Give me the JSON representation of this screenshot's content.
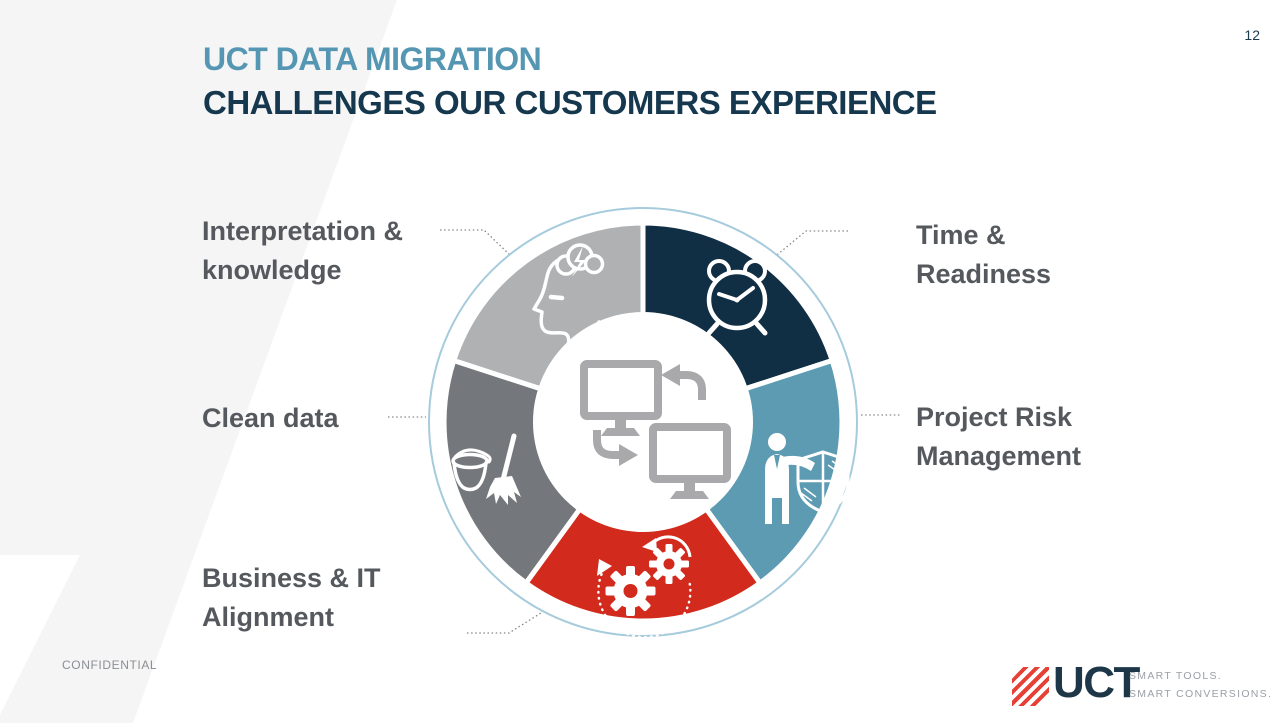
{
  "slide": {
    "page_number": "12",
    "footer_note": "CONFIDENTIAL"
  },
  "title": {
    "eyebrow": "UCT DATA MIGRATION",
    "heading": "CHALLENGES OUR CUSTOMERS EXPERIENCE"
  },
  "labels": {
    "interpretation": {
      "line1": "Interpretation &",
      "line2": "knowledge"
    },
    "clean_data": {
      "line1": "Clean data"
    },
    "business_it": {
      "line1": "Business & IT",
      "line2": "Alignment"
    },
    "time_readiness": {
      "line1": "Time &",
      "line2": "Readiness"
    },
    "project_risk": {
      "line1": "Project Risk",
      "line2": "Management"
    }
  },
  "wheel": {
    "description": "Five-segment circular diagram of data migration challenges around a data-transfer icon",
    "segments": [
      {
        "label": "Time & Readiness",
        "color": "#112f44",
        "icon": "alarm-clock-icon",
        "position": "top-right"
      },
      {
        "label": "Project Risk Management",
        "color": "#5d9bb3",
        "icon": "person-shield-icon",
        "position": "right"
      },
      {
        "label": "Business & IT Alignment",
        "color": "#d22a1c",
        "icon": "gears-icon",
        "position": "bottom"
      },
      {
        "label": "Clean data",
        "color": "#74777c",
        "icon": "bucket-broom-icon",
        "position": "left"
      },
      {
        "label": "Interpretation & knowledge",
        "color": "#afb1b3",
        "icon": "brainstorm-head-icon",
        "position": "top-left"
      }
    ],
    "center_icon": "data-sync-monitors-icon",
    "center_icon_color": "#a9a9ab",
    "outer_ring_color": "#a5cbdc"
  },
  "logo": {
    "name": "UCT",
    "tagline_line1": "SMART TOOLS.",
    "tagline_line2": "SMART CONVERSIONS.",
    "brand_red": "#e74136",
    "brand_navy": "#1e3748"
  },
  "colors": {
    "eyebrow_blue": "#5596b3",
    "heading_navy": "#16384e",
    "label_gray": "#55585d",
    "background_wedge": "#f5f5f6"
  }
}
